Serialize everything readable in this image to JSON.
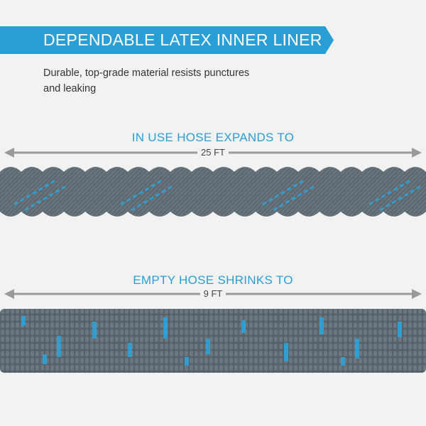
{
  "banner": {
    "title": "DEPENDABLE LATEX INNER LINER",
    "color": "#2a9fd6"
  },
  "description": "Durable, top-grade material resists punctures and leaking",
  "expanded": {
    "heading": "IN USE HOSE EXPANDS TO",
    "length": "25 FT"
  },
  "shrunk": {
    "heading": "EMPTY HOSE SHRINKS TO",
    "length": "9 FT"
  },
  "colors": {
    "hose_gray": "#5d6870",
    "hose_blue": "#2ba6dc",
    "arrow": "#9a9a9a"
  }
}
